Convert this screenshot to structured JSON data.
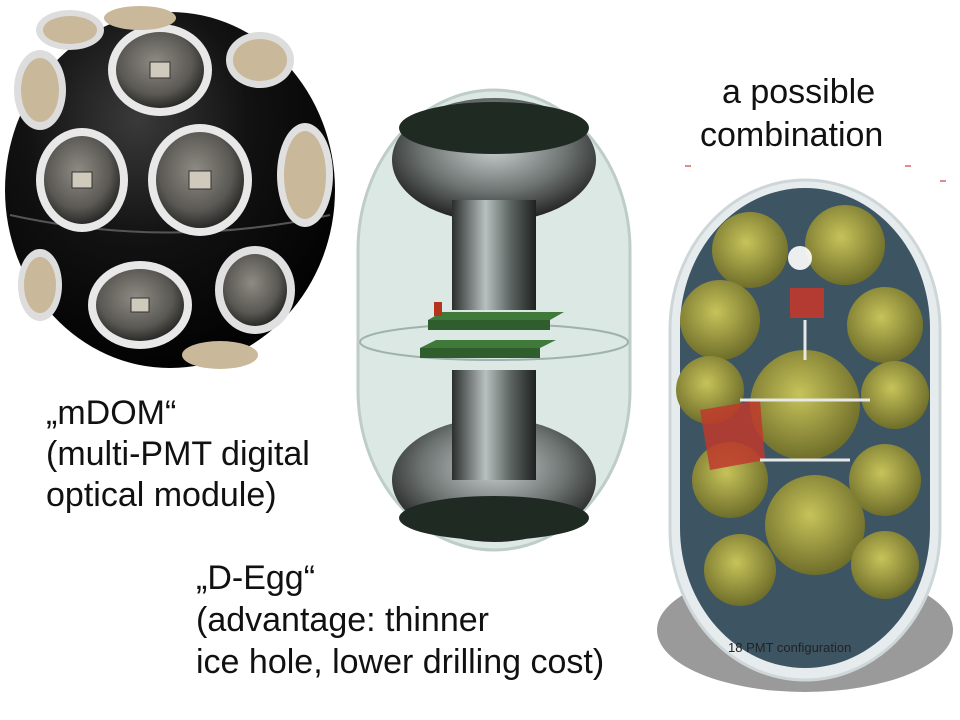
{
  "captions": {
    "mdom_title": "„mDOM“",
    "mdom_line2": "(multi-PMT digital",
    "mdom_line3": "optical module)",
    "degg_title": "„D-Egg“",
    "degg_line2": "(advantage: thinner",
    "degg_line3": "ice hole, lower drilling cost)",
    "combo_line1": "a possible",
    "combo_line2": "combination",
    "pmt_config": "18 PMT configuration"
  },
  "icons": [
    "mdom-sphere-image",
    "degg-module-image",
    "combination-module-image"
  ],
  "colors": {
    "mdom_shell": "#111111",
    "pmt_window": "#c9b89a",
    "degg_glass": "#cfe0dc",
    "pcb_green": "#3f7a3a",
    "combo_pmt": "#9a9a3a",
    "combo_red": "#c0392b"
  }
}
